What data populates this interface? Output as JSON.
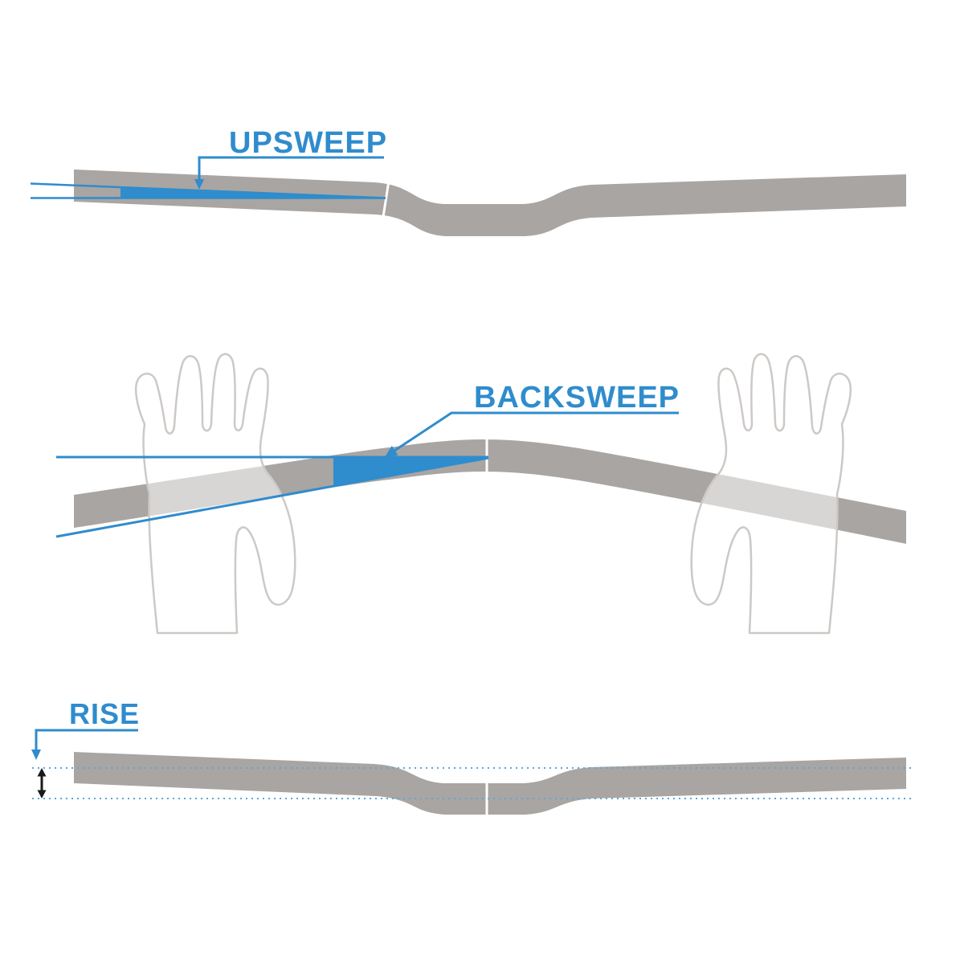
{
  "figure": {
    "type": "diagram",
    "subject": "Bicycle handlebar geometry: upsweep, backsweep and rise",
    "sections": [
      "front view with upsweep angle",
      "top view with hands and backsweep angle",
      "front view with rise measurement"
    ]
  },
  "labels": {
    "upsweep": "UPSWEEP",
    "backsweep": "BACKSWEEP",
    "rise": "RISE"
  },
  "colors": {
    "accent_blue": "#2f8ccd",
    "dotted_line_blue": "#5aa7dd",
    "bar_gray": "#a9a5a2",
    "hand_outline_gray": "#ccc9c6",
    "arrow_black": "#1a1a1a",
    "background": "#ffffff"
  }
}
